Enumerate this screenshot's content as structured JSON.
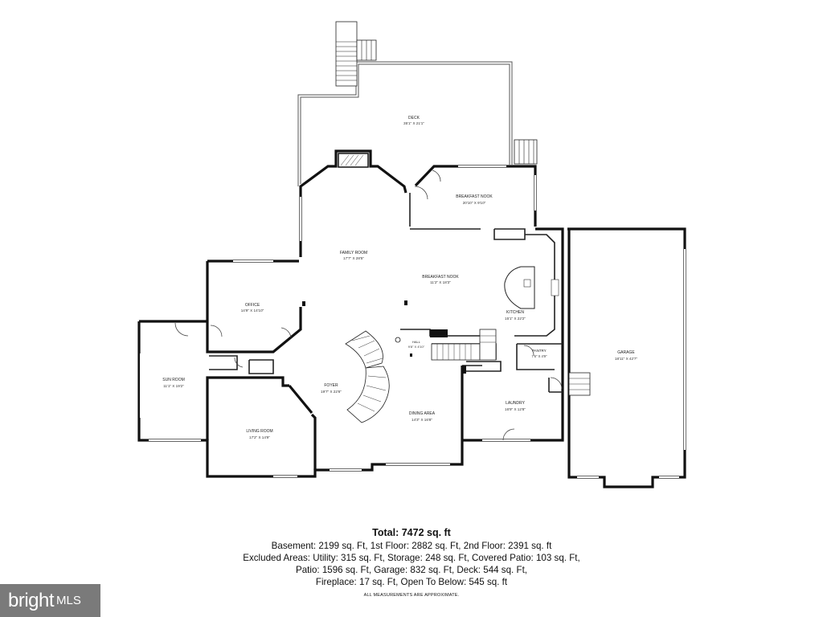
{
  "rooms": [
    {
      "id": "deck",
      "name": "DECK",
      "dims": "35'1\" X 21'1\""
    },
    {
      "id": "breakfast-nook-upper",
      "name": "BREAKFAST NOOK",
      "dims": "20'10\" X 9'10\""
    },
    {
      "id": "family-room",
      "name": "FAMILY ROOM",
      "dims": "17'7\" X 28'5\""
    },
    {
      "id": "breakfast-nook",
      "name": "BREAKFAST NOOK",
      "dims": "11'2\" X 18'3\""
    },
    {
      "id": "kitchen",
      "name": "KITCHEN",
      "dims": "15'1\" X 22'2\""
    },
    {
      "id": "office",
      "name": "OFFICE",
      "dims": "14'9\" X 14'10\""
    },
    {
      "id": "hall",
      "name": "HALL",
      "dims": "9'8\" X 4'10\""
    },
    {
      "id": "pantry",
      "name": "PANTRY",
      "dims": "7'6\" X 4'9\""
    },
    {
      "id": "garage",
      "name": "GARAGE",
      "dims": "18'11\" X 42'7\""
    },
    {
      "id": "sun-room",
      "name": "SUN ROOM",
      "dims": "11'1\" X 19'2\""
    },
    {
      "id": "foyer",
      "name": "FOYER",
      "dims": "19'7\" X 22'6\""
    },
    {
      "id": "laundry",
      "name": "LAUNDRY",
      "dims": "16'9\" X 12'8\""
    },
    {
      "id": "dining-area",
      "name": "DINING AREA",
      "dims": "14'3\" X 16'8\""
    },
    {
      "id": "living-room",
      "name": "LIVING ROOM",
      "dims": "17'2\" X 14'9\""
    }
  ],
  "summary": {
    "total": "Total: 7472 sq. ft",
    "line1": "Basement: 2199 sq. Ft, 1st Floor: 2882 sq. Ft, 2nd Floor: 2391 sq. ft",
    "line2": "Excluded Areas: Utility: 315 sq. Ft, Storage: 248 sq. Ft, Covered Patio: 103 sq. Ft,",
    "line3": "Patio: 1596 sq. Ft, Garage: 832 sq. Ft, Deck: 544 sq. Ft,",
    "line4": "Fireplace: 17 sq. Ft, Open To Below: 545 sq. ft",
    "note": "ALL MEASUREMENTS ARE APPROXIMATE."
  },
  "badge": {
    "brand": "bright",
    "suffix": "MLS"
  },
  "colors": {
    "wall": "#111111",
    "badge_bg": "#7a7a7a"
  }
}
